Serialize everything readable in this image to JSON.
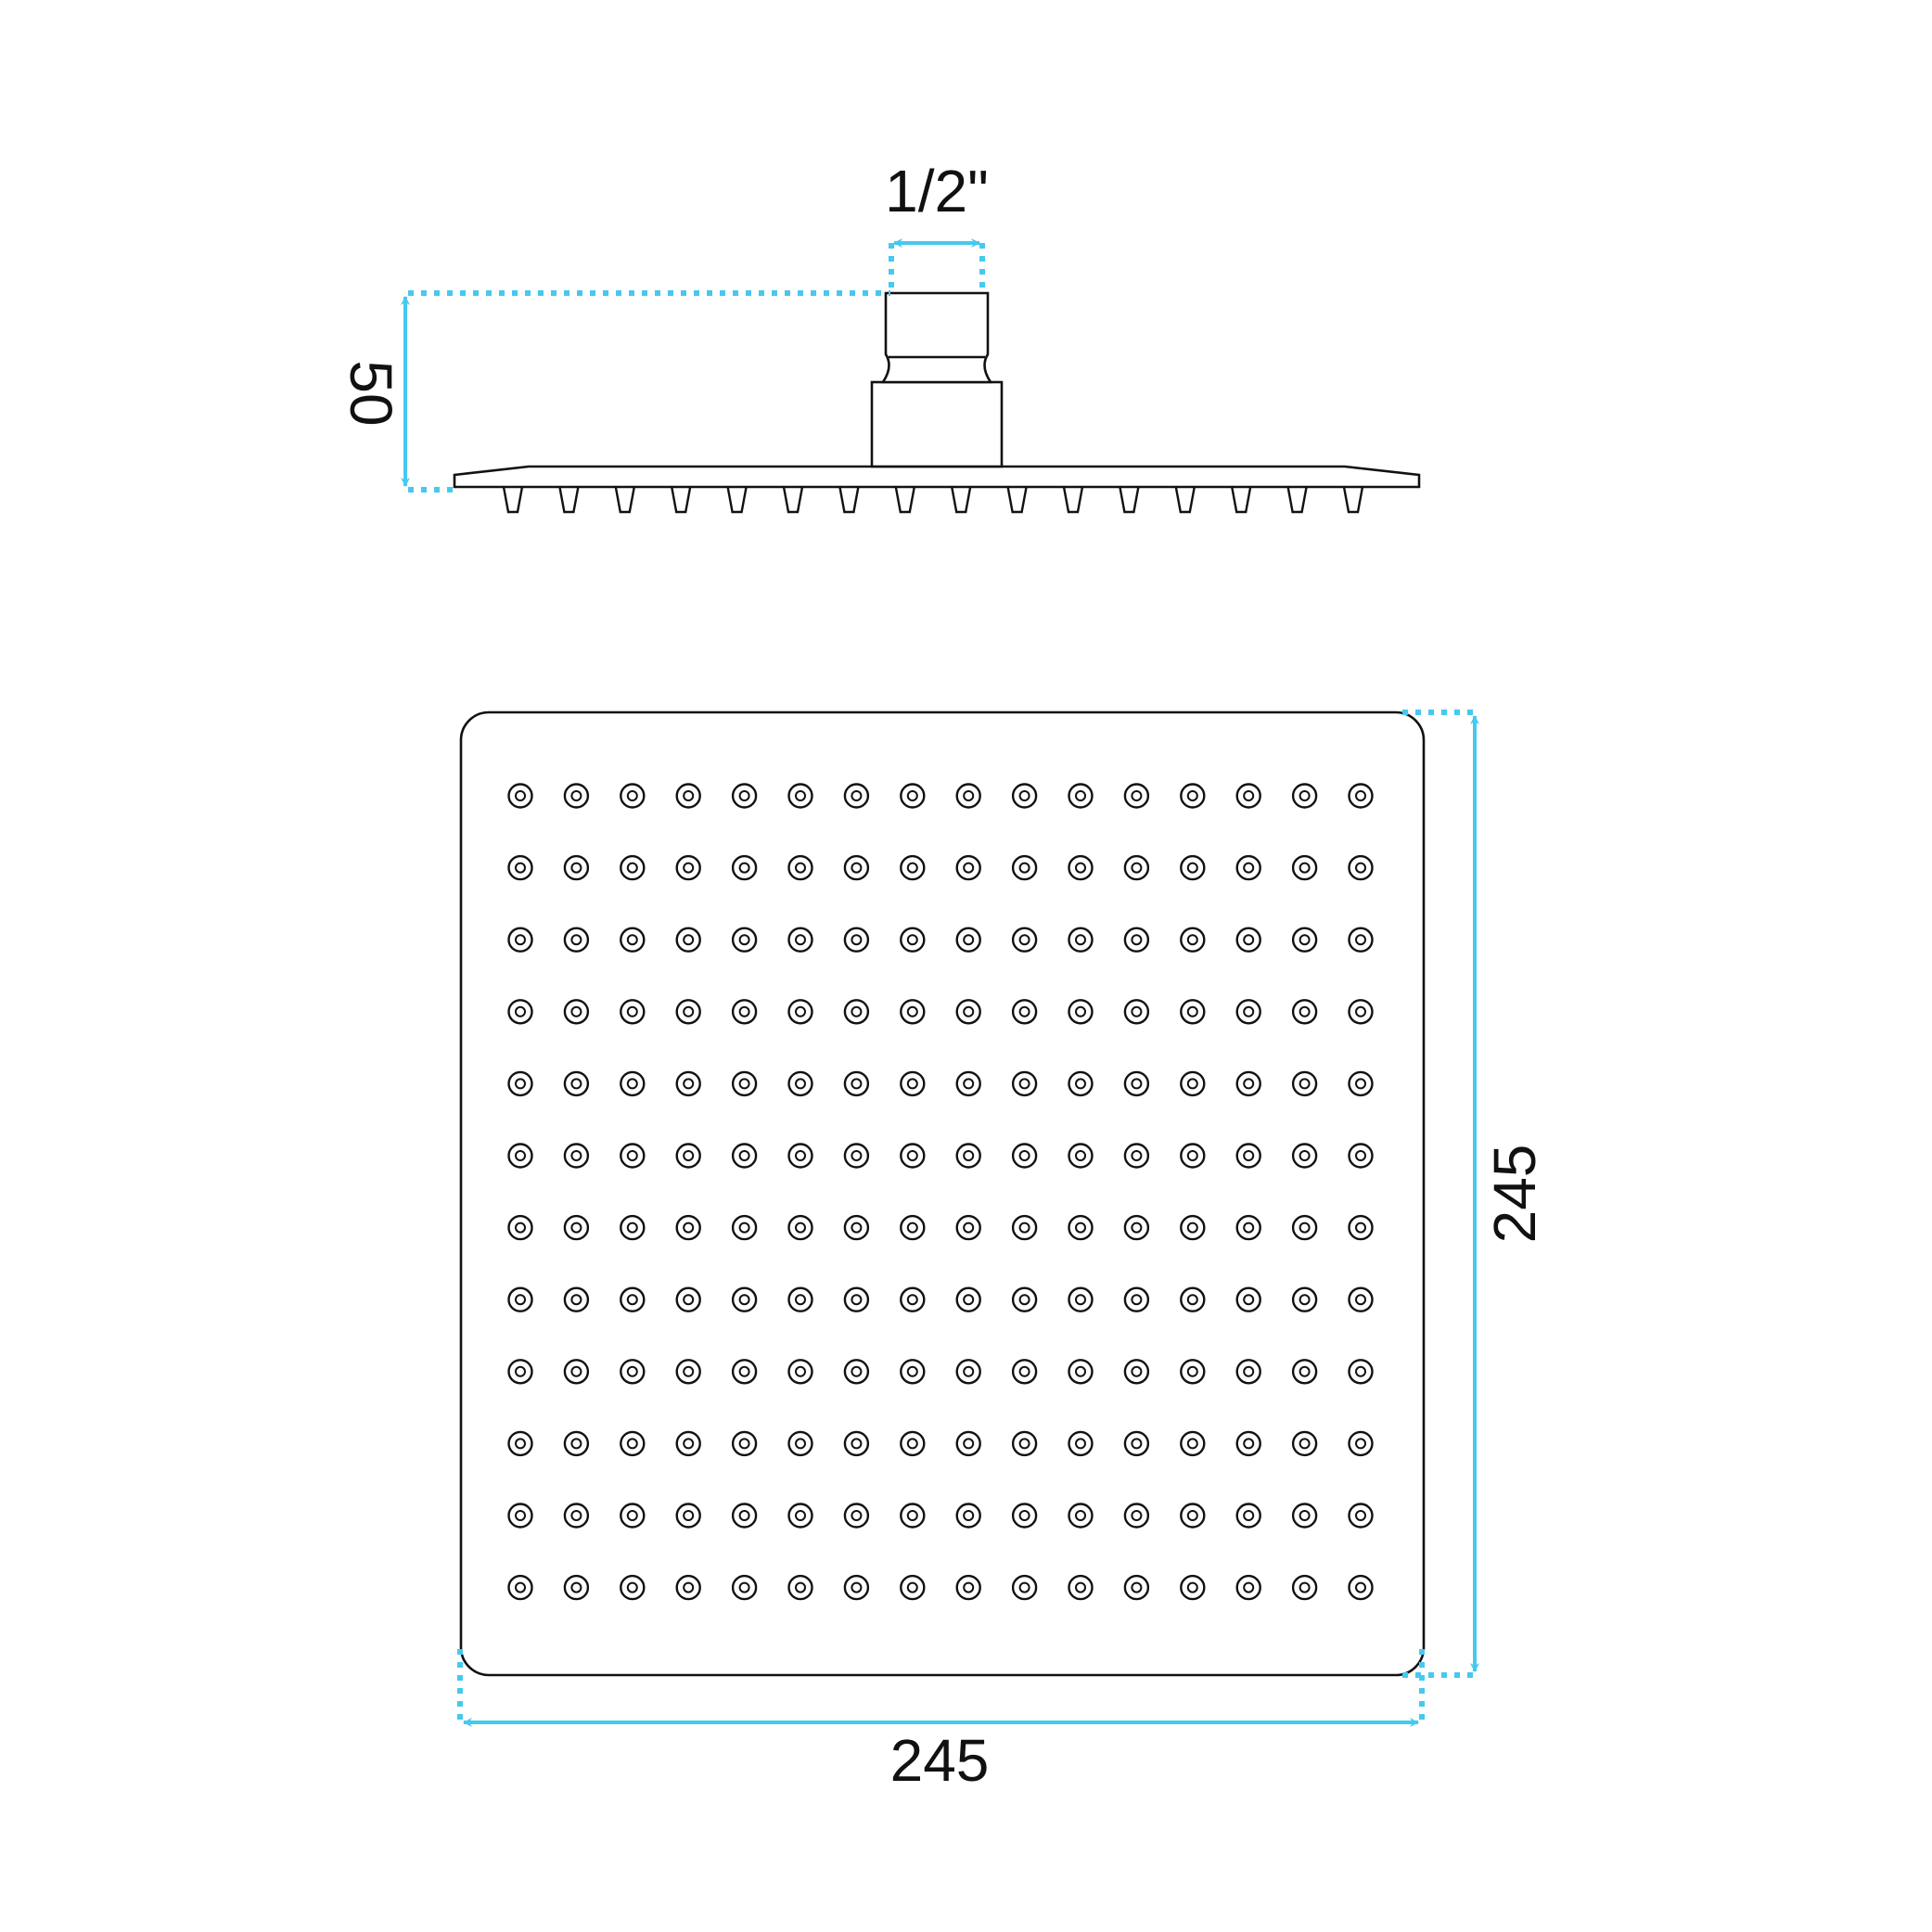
{
  "dimensions": {
    "inlet_size": "1/2\"",
    "height": "50",
    "width": "245",
    "depth": "245"
  },
  "nozzle_grid": {
    "columns": 16,
    "rows": 12
  },
  "side_view_nozzles": 16,
  "colors": {
    "dimension": "#45c9ef",
    "outline": "#111111",
    "background": "#ffffff"
  }
}
